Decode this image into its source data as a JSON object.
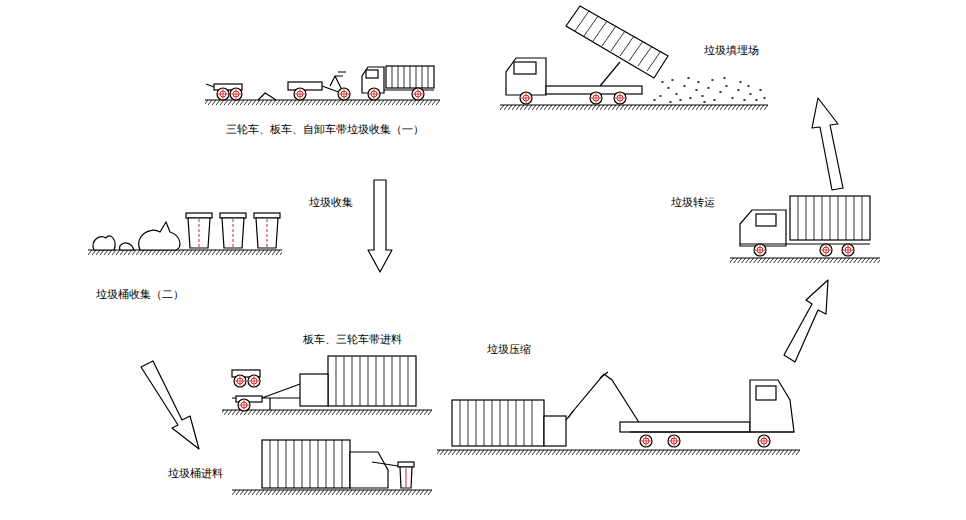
{
  "diagram": {
    "labels": [
      "三轮车、板车、自卸车带垃圾收集（一）",
      "垃圾收集",
      "垃圾桶收集（二）",
      "板车、三轮车带进料",
      "垃圾压缩",
      "垃圾桶进料",
      "垃圾转运",
      "垃圾填埋场"
    ]
  }
}
